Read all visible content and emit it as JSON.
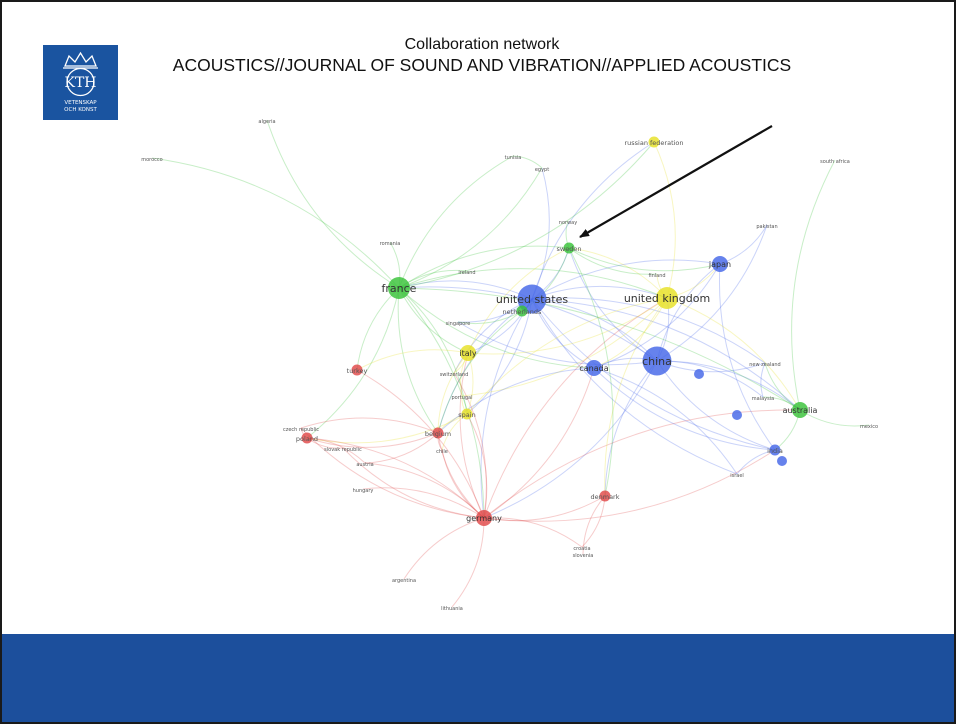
{
  "title": {
    "line1": "Collaboration network",
    "line2": "ACOUSTICS//JOURNAL OF SOUND AND VIBRATION//APPLIED ACOUSTICS"
  },
  "logo": {
    "text": "KTH",
    "motto_line1": "VETENSKAP",
    "motto_line2": "OCH KONST"
  },
  "colors": {
    "cluster_red": "#e04848",
    "cluster_green": "#38c238",
    "cluster_blue": "#4466e8",
    "cluster_yellow": "#e6e024",
    "footer_blue": "#1c4f9c",
    "logo_blue": "#1a54a0"
  },
  "network": {
    "nodes": [
      {
        "id": "united states",
        "cluster": "blue",
        "weight": 5
      },
      {
        "id": "china",
        "cluster": "blue",
        "weight": 5
      },
      {
        "id": "japan",
        "cluster": "blue",
        "weight": 3
      },
      {
        "id": "canada",
        "cluster": "blue",
        "weight": 3
      },
      {
        "id": "india",
        "cluster": "blue",
        "weight": 2
      },
      {
        "id": "israel",
        "cluster": "blue",
        "weight": 1
      },
      {
        "id": "malaysia",
        "cluster": "blue",
        "weight": 1
      },
      {
        "id": "pakistan",
        "cluster": "blue",
        "weight": 1
      },
      {
        "id": "new zealand",
        "cluster": "yellow",
        "weight": 1
      },
      {
        "id": "united kingdom",
        "cluster": "yellow",
        "weight": 4
      },
      {
        "id": "finland",
        "cluster": "yellow",
        "weight": 1
      },
      {
        "id": "italy",
        "cluster": "yellow",
        "weight": 3
      },
      {
        "id": "spain",
        "cluster": "yellow",
        "weight": 2
      },
      {
        "id": "portugal",
        "cluster": "yellow",
        "weight": 1
      },
      {
        "id": "russian federation",
        "cluster": "yellow",
        "weight": 2
      },
      {
        "id": "switzerland",
        "cluster": "yellow",
        "weight": 1
      },
      {
        "id": "france",
        "cluster": "green",
        "weight": 4
      },
      {
        "id": "sweden",
        "cluster": "green",
        "weight": 2
      },
      {
        "id": "netherlands",
        "cluster": "green",
        "weight": 2
      },
      {
        "id": "australia",
        "cluster": "green",
        "weight": 3
      },
      {
        "id": "norway",
        "cluster": "green",
        "weight": 1
      },
      {
        "id": "egypt",
        "cluster": "green",
        "weight": 1
      },
      {
        "id": "tunisia",
        "cluster": "green",
        "weight": 1
      },
      {
        "id": "algeria",
        "cluster": "green",
        "weight": 1
      },
      {
        "id": "morocco",
        "cluster": "green",
        "weight": 1
      },
      {
        "id": "romania",
        "cluster": "green",
        "weight": 1
      },
      {
        "id": "ireland",
        "cluster": "green",
        "weight": 1
      },
      {
        "id": "singapore",
        "cluster": "green",
        "weight": 1
      },
      {
        "id": "south africa",
        "cluster": "green",
        "weight": 1
      },
      {
        "id": "mexico",
        "cluster": "green",
        "weight": 1
      },
      {
        "id": "germany",
        "cluster": "red",
        "weight": 3
      },
      {
        "id": "belgium",
        "cluster": "red",
        "weight": 2
      },
      {
        "id": "poland",
        "cluster": "red",
        "weight": 2
      },
      {
        "id": "czech republic",
        "cluster": "red",
        "weight": 1
      },
      {
        "id": "slovak republic",
        "cluster": "red",
        "weight": 1
      },
      {
        "id": "austria",
        "cluster": "red",
        "weight": 1
      },
      {
        "id": "chile",
        "cluster": "red",
        "weight": 1
      },
      {
        "id": "turkey",
        "cluster": "red",
        "weight": 2
      },
      {
        "id": "hungary",
        "cluster": "red",
        "weight": 1
      },
      {
        "id": "denmark",
        "cluster": "red",
        "weight": 2
      },
      {
        "id": "croatia",
        "cluster": "red",
        "weight": 1
      },
      {
        "id": "slovenia",
        "cluster": "red",
        "weight": 1
      },
      {
        "id": "argentina",
        "cluster": "red",
        "weight": 1
      },
      {
        "id": "lithuania",
        "cluster": "red",
        "weight": 1
      }
    ],
    "edges": [
      [
        "united states",
        "china"
      ],
      [
        "united states",
        "france"
      ],
      [
        "united states",
        "united kingdom"
      ],
      [
        "united states",
        "canada"
      ],
      [
        "united states",
        "japan"
      ],
      [
        "united states",
        "sweden"
      ],
      [
        "united states",
        "italy"
      ],
      [
        "united states",
        "germany"
      ],
      [
        "united states",
        "australia"
      ],
      [
        "united states",
        "india"
      ],
      [
        "united states",
        "spain"
      ],
      [
        "united states",
        "belgium"
      ],
      [
        "united states",
        "netherlands"
      ],
      [
        "united states",
        "israel"
      ],
      [
        "united states",
        "singapore"
      ],
      [
        "united states",
        "switzerland"
      ],
      [
        "united states",
        "new zealand"
      ],
      [
        "united states",
        "egypt"
      ],
      [
        "united states",
        "russian federation"
      ],
      [
        "china",
        "canada"
      ],
      [
        "china",
        "japan"
      ],
      [
        "china",
        "united kingdom"
      ],
      [
        "china",
        "australia"
      ],
      [
        "china",
        "india"
      ],
      [
        "china",
        "malaysia"
      ],
      [
        "china",
        "new zealand"
      ],
      [
        "china",
        "germany"
      ],
      [
        "china",
        "france"
      ],
      [
        "china",
        "sweden"
      ],
      [
        "china",
        "denmark"
      ],
      [
        "china",
        "singapore"
      ],
      [
        "china",
        "pakistan"
      ],
      [
        "france",
        "germany"
      ],
      [
        "france",
        "italy"
      ],
      [
        "france",
        "algeria"
      ],
      [
        "france",
        "morocco"
      ],
      [
        "france",
        "tunisia"
      ],
      [
        "france",
        "egypt"
      ],
      [
        "france",
        "sweden"
      ],
      [
        "france",
        "belgium"
      ],
      [
        "france",
        "spain"
      ],
      [
        "france",
        "romania"
      ],
      [
        "france",
        "united kingdom"
      ],
      [
        "france",
        "canada"
      ],
      [
        "france",
        "poland"
      ],
      [
        "france",
        "turkey"
      ],
      [
        "france",
        "ireland"
      ],
      [
        "france",
        "russian federation"
      ],
      [
        "france",
        "australia"
      ],
      [
        "germany",
        "poland"
      ],
      [
        "germany",
        "belgium"
      ],
      [
        "germany",
        "austria"
      ],
      [
        "germany",
        "czech republic"
      ],
      [
        "germany",
        "denmark"
      ],
      [
        "germany",
        "italy"
      ],
      [
        "germany",
        "spain"
      ],
      [
        "germany",
        "united kingdom"
      ],
      [
        "germany",
        "switzerland"
      ],
      [
        "germany",
        "lithuania"
      ],
      [
        "germany",
        "argentina"
      ],
      [
        "germany",
        "croatia"
      ],
      [
        "germany",
        "hungary"
      ],
      [
        "germany",
        "chile"
      ],
      [
        "germany",
        "turkey"
      ],
      [
        "germany",
        "slovak republic"
      ],
      [
        "germany",
        "india"
      ],
      [
        "germany",
        "australia"
      ],
      [
        "germany",
        "canada"
      ],
      [
        "united kingdom",
        "italy"
      ],
      [
        "united kingdom",
        "spain"
      ],
      [
        "united kingdom",
        "canada"
      ],
      [
        "united kingdom",
        "sweden"
      ],
      [
        "united kingdom",
        "finland"
      ],
      [
        "united kingdom",
        "russian federation"
      ],
      [
        "united kingdom",
        "australia"
      ],
      [
        "united kingdom",
        "japan"
      ],
      [
        "united kingdom",
        "portugal"
      ],
      [
        "united kingdom",
        "denmark"
      ],
      [
        "italy",
        "spain"
      ],
      [
        "italy",
        "portugal"
      ],
      [
        "italy",
        "switzerland"
      ],
      [
        "italy",
        "belgium"
      ],
      [
        "italy",
        "sweden"
      ],
      [
        "italy",
        "turkey"
      ],
      [
        "spain",
        "portugal"
      ],
      [
        "spain",
        "belgium"
      ],
      [
        "spain",
        "poland"
      ],
      [
        "spain",
        "chile"
      ],
      [
        "sweden",
        "norway"
      ],
      [
        "sweden",
        "finland"
      ],
      [
        "sweden",
        "netherlands"
      ],
      [
        "sweden",
        "japan"
      ],
      [
        "sweden",
        "denmark"
      ],
      [
        "japan",
        "pakistan"
      ],
      [
        "japan",
        "canada"
      ],
      [
        "japan",
        "india"
      ],
      [
        "australia",
        "new zealand"
      ],
      [
        "australia",
        "malaysia"
      ],
      [
        "australia",
        "india"
      ],
      [
        "australia",
        "mexico"
      ],
      [
        "australia",
        "south africa"
      ],
      [
        "canada",
        "india"
      ],
      [
        "canada",
        "israel"
      ],
      [
        "canada",
        "belgium"
      ],
      [
        "belgium",
        "poland"
      ],
      [
        "belgium",
        "chile"
      ],
      [
        "belgium",
        "austria"
      ],
      [
        "belgium",
        "czech republic"
      ],
      [
        "denmark",
        "croatia"
      ],
      [
        "denmark",
        "slovenia"
      ],
      [
        "poland",
        "czech republic"
      ],
      [
        "poland",
        "slovak republic"
      ],
      [
        "poland",
        "austria"
      ],
      [
        "netherlands",
        "belgium"
      ],
      [
        "netherlands",
        "singapore"
      ],
      [
        "india",
        "israel"
      ],
      [
        "malaysia",
        "new zealand"
      ],
      [
        "egypt",
        "tunisia"
      ]
    ]
  }
}
